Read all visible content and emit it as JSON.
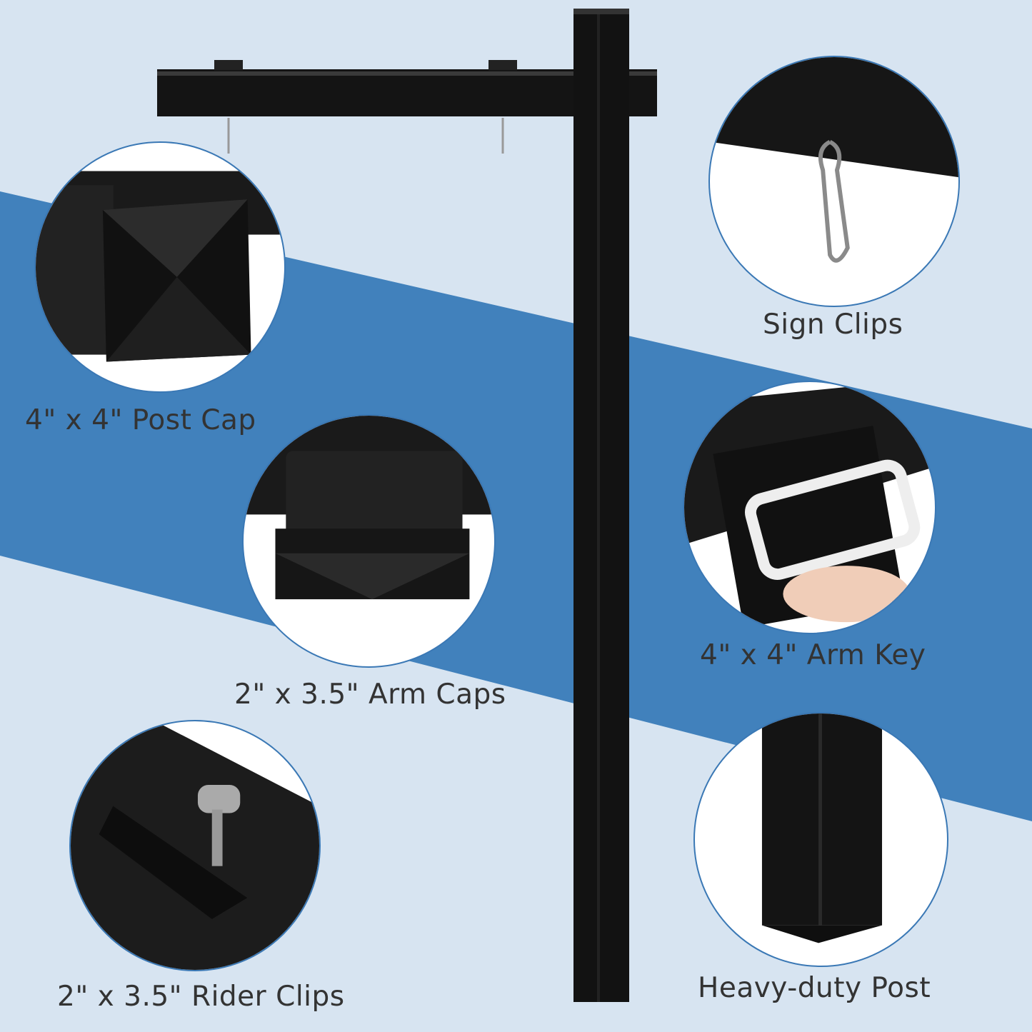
{
  "colors": {
    "background": "#d7e4f1",
    "band": "#4181bc",
    "product": "#111111",
    "text": "#333333",
    "circle_border": "#3a78b5"
  },
  "features": [
    {
      "label": "4\" x 4\" Post Cap",
      "icon": "post-cap-image"
    },
    {
      "label": "Sign Clips",
      "icon": "sign-clip-image"
    },
    {
      "label": "2\" x 3.5\" Arm Caps",
      "icon": "arm-cap-image"
    },
    {
      "label": "4\" x 4\" Arm Key",
      "icon": "arm-key-image"
    },
    {
      "label": "2\" x 3.5\" Rider Clips",
      "icon": "rider-clip-image"
    },
    {
      "label": "Heavy-duty Post",
      "icon": "post-image"
    }
  ]
}
